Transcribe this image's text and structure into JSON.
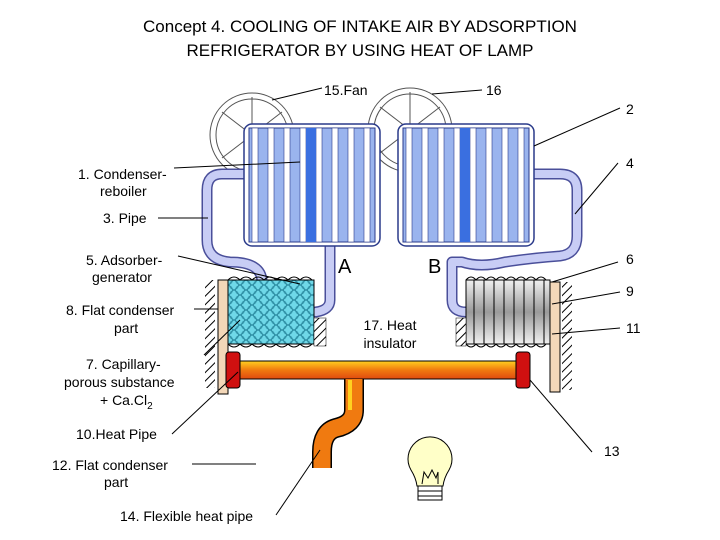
{
  "title": {
    "line1": "Concept 4. COOLING OF INTAKE AIR BY ADSORPTION",
    "line2": "REFRIGERATOR BY USING HEAT OF LAMP"
  },
  "labels": {
    "fan": "15.Fan",
    "n16": "16",
    "n2": "2",
    "n4": "4",
    "condenser_l1": "1. Condenser-",
    "condenser_l2": "reboiler",
    "pipe": "3. Pipe",
    "adsorber_l1": "5. Adsorber-",
    "adsorber_l2": "generator",
    "flat_cond_l1": "8. Flat condenser",
    "flat_cond_l2": "part",
    "capillary_l1": "7. Capillary-",
    "capillary_l2": "porous substance",
    "capillary_l3": "+ Ca.Cl",
    "capillary_sub": "2",
    "heat_pipe": "10.Heat Pipe",
    "flat_cond2_l1": "12. Flat condenser",
    "flat_cond2_l2": "part",
    "flex_pipe": "14. Flexible heat pipe",
    "A": "A",
    "B": "B",
    "insulator_l1": "17. Heat",
    "insulator_l2": "insulator",
    "n6": "6",
    "n9": "9",
    "n11": "11",
    "n13": "13"
  },
  "colors": {
    "coil_blue": "#9ab4ee",
    "coil_dark": "#3a6fe0",
    "pipe_fill": "#c8cdf5",
    "adsorber": "#6fd8e8",
    "heat_pipe": "#f07a10",
    "heat_pipe_end": "#d01010",
    "support": "#f3d7b8",
    "bulb": "#ffffc8"
  }
}
